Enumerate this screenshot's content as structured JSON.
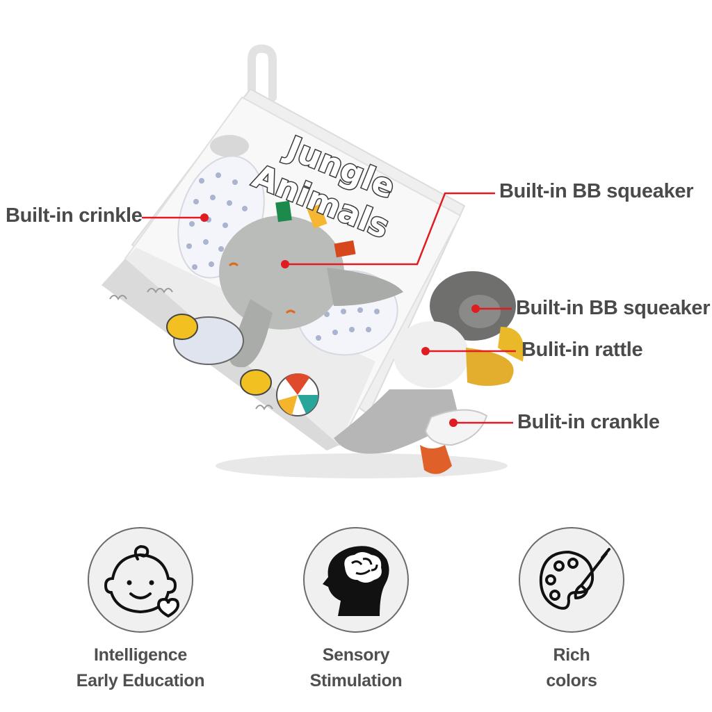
{
  "product": {
    "book_title_line1": "Jungle",
    "book_title_line2": "Animals"
  },
  "callouts": [
    {
      "id": "crinkle",
      "label": "Built-in crinkle"
    },
    {
      "id": "squeaker1",
      "label": "Built-in BB squeaker"
    },
    {
      "id": "squeaker2",
      "label": "Built-in BB squeaker"
    },
    {
      "id": "rattle",
      "label": "Bulit-in rattle"
    },
    {
      "id": "crankle",
      "label": "Bulit-in crankle"
    }
  ],
  "features": [
    {
      "icon": "baby-face-icon",
      "line1": "Intelligence",
      "line2": "Early Education"
    },
    {
      "icon": "head-brain-icon",
      "line1": "Sensory",
      "line2": "Stimulation"
    },
    {
      "icon": "paint-palette-icon",
      "line1": "Rich",
      "line2": "colors"
    }
  ],
  "colors": {
    "callout_line": "#e11b22",
    "callout_text": "#4a4a4a",
    "icon_ring": "#6b6b6b"
  }
}
